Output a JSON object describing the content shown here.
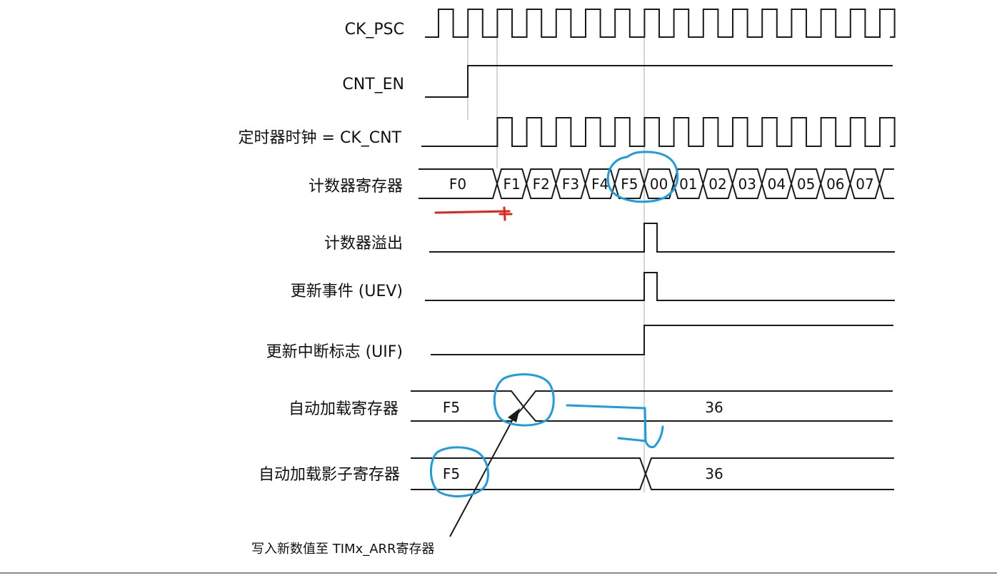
{
  "signals": {
    "ck_psc": "CK_PSC",
    "cnt_en": "CNT_EN",
    "timer_clock": "定时器时钟 = CK_CNT",
    "counter_register": "计数器寄存器",
    "counter_overflow": "计数器溢出",
    "update_event": "更新事件 (UEV)",
    "update_interrupt_flag": "更新中断标志 (UIF)",
    "auto_reload_register": "自动加载寄存器",
    "auto_reload_shadow_register": "自动加载影子寄存器"
  },
  "counter_values": [
    "F0",
    "F1",
    "F2",
    "F3",
    "F4",
    "F5",
    "00",
    "01",
    "02",
    "03",
    "04",
    "05",
    "06",
    "07"
  ],
  "auto_reload": {
    "before": "F5",
    "after": "36"
  },
  "auto_reload_shadow": {
    "before": "F5",
    "after": "36"
  },
  "annotation": "写入新数值至 TIMx_ARR寄存器",
  "colors": {
    "ink": "#1a1a1a",
    "guide": "#c8c8c8",
    "highlight": "#1f9be0",
    "marker": "#e0241b"
  }
}
